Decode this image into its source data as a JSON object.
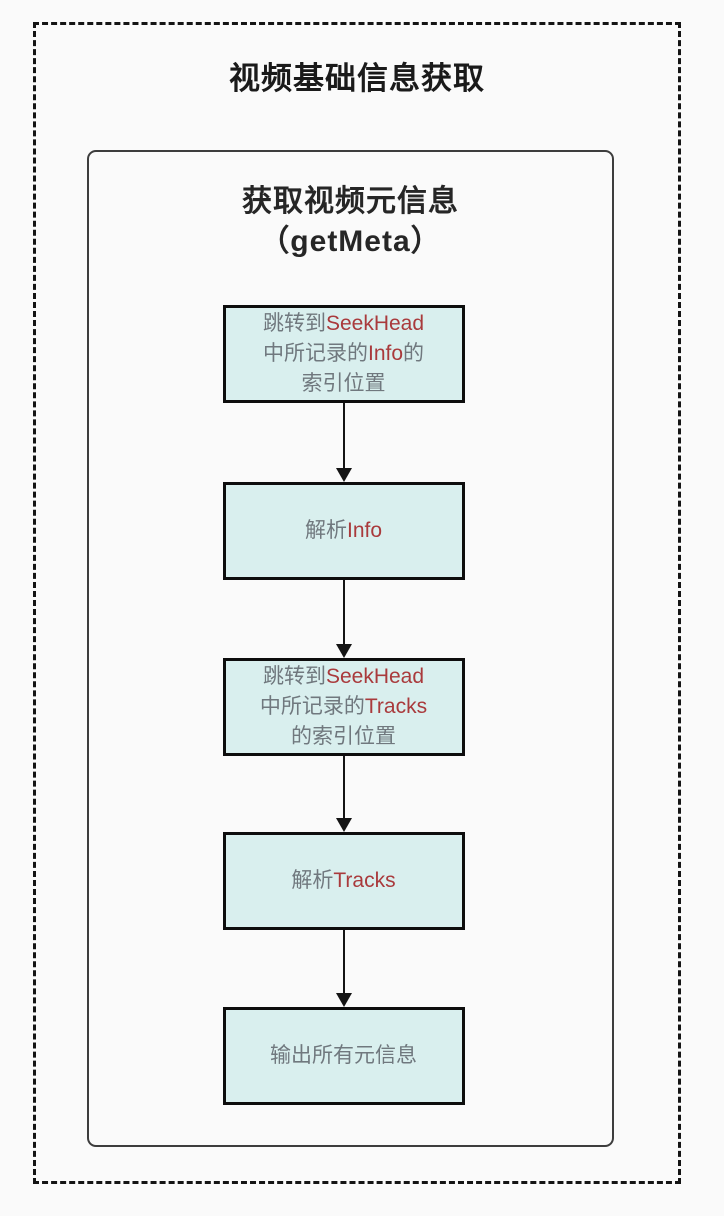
{
  "colors": {
    "page_background": "#fafafa",
    "box_fill": "#d9efee",
    "box_border": "#0d0d0d",
    "chinese_text": "#70787e",
    "english_keyword_text": "#a93a3c",
    "title_text": "#1a1a1a",
    "dashed_border": "#141414"
  },
  "outer": {
    "title": "视频基础信息获取"
  },
  "inner": {
    "title": "获取视频元信息",
    "subtitle": "（getMeta）"
  },
  "flow": {
    "boxes": [
      {
        "name": "jump-to-info-index",
        "lines": [
          {
            "segments": [
              {
                "text": "跳转到",
                "style": "zh"
              },
              {
                "text": "SeekHead",
                "style": "en"
              }
            ]
          },
          {
            "segments": [
              {
                "text": "中所记录的",
                "style": "zh"
              },
              {
                "text": "Info",
                "style": "en"
              },
              {
                "text": "的",
                "style": "zh"
              }
            ]
          },
          {
            "segments": [
              {
                "text": "索引位置",
                "style": "zh"
              }
            ]
          }
        ]
      },
      {
        "name": "parse-info",
        "lines": [
          {
            "segments": [
              {
                "text": "解析",
                "style": "zh"
              },
              {
                "text": "Info",
                "style": "en"
              }
            ]
          }
        ]
      },
      {
        "name": "jump-to-tracks-index",
        "lines": [
          {
            "segments": [
              {
                "text": "跳转到",
                "style": "zh"
              },
              {
                "text": "SeekHead",
                "style": "en"
              }
            ]
          },
          {
            "segments": [
              {
                "text": "中所记录的",
                "style": "zh"
              },
              {
                "text": "Tracks",
                "style": "en"
              }
            ]
          },
          {
            "segments": [
              {
                "text": "的索引位置",
                "style": "zh"
              }
            ]
          }
        ]
      },
      {
        "name": "parse-tracks",
        "lines": [
          {
            "segments": [
              {
                "text": "解析",
                "style": "zh"
              },
              {
                "text": "Tracks",
                "style": "en"
              }
            ]
          }
        ]
      },
      {
        "name": "output-all-metadata",
        "lines": [
          {
            "segments": [
              {
                "text": "输出所有元信息",
                "style": "zh"
              }
            ]
          }
        ]
      }
    ],
    "connectors": [
      {
        "from": "jump-to-info-index",
        "to": "parse-info"
      },
      {
        "from": "parse-info",
        "to": "jump-to-tracks-index"
      },
      {
        "from": "jump-to-tracks-index",
        "to": "parse-tracks"
      },
      {
        "from": "parse-tracks",
        "to": "output-all-metadata"
      }
    ]
  }
}
